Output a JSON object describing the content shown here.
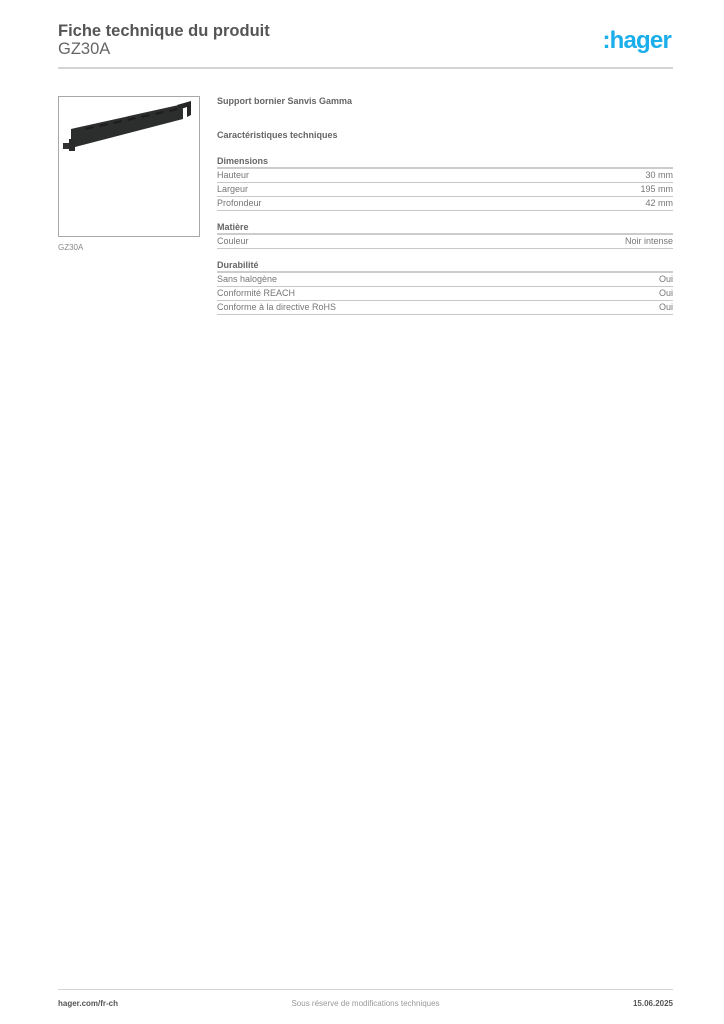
{
  "header": {
    "title": "Fiche technique du produit",
    "reference": "GZ30A",
    "logo_text": ":hager",
    "logo_color": "#1aaeea"
  },
  "product_image": {
    "caption": "GZ30A",
    "icon": "terminal-block-support-image"
  },
  "product": {
    "name": "Support bornier Sanvis Gamma",
    "section_title": "Caractéristiques techniques",
    "groups": [
      {
        "title": "Dimensions",
        "rows": [
          {
            "label": "Hauteur",
            "value": "30 mm"
          },
          {
            "label": "Largeur",
            "value": "195 mm"
          },
          {
            "label": "Profondeur",
            "value": "42 mm"
          }
        ]
      },
      {
        "title": "Matière",
        "rows": [
          {
            "label": "Couleur",
            "value": "Noir intense"
          }
        ]
      },
      {
        "title": "Durabilité",
        "rows": [
          {
            "label": "Sans halogène",
            "value": "Oui"
          },
          {
            "label": "Conformité REACH",
            "value": "Oui"
          },
          {
            "label": "Conforme à la directive RoHS",
            "value": "Oui"
          }
        ]
      }
    ]
  },
  "footer": {
    "website": "hager.com/fr-ch",
    "disclaimer": "Sous réserve de modifications techniques",
    "date": "15.06.2025"
  }
}
